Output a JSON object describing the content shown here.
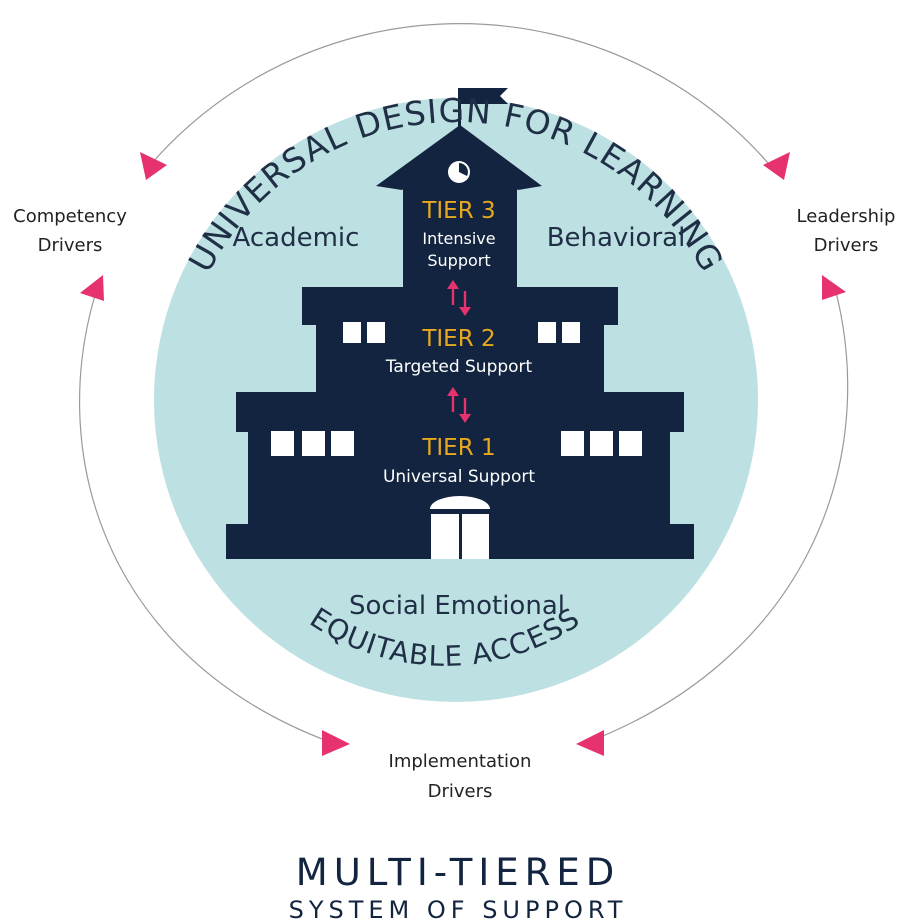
{
  "arc_top": "UNIVERSAL DESIGN FOR LEARNING",
  "arc_bottom": "EQUITABLE ACCESS",
  "drivers": {
    "competency": [
      "Competency",
      "Drivers"
    ],
    "leadership": [
      "Leadership",
      "Drivers"
    ],
    "implementation": [
      "Implementation",
      "Drivers"
    ]
  },
  "domains": {
    "academic": "Academic",
    "behavioral": "Behavioral",
    "social_emotional": "Social Emotional"
  },
  "tiers": {
    "tier3": {
      "title": "TIER 3",
      "line1": "Intensive",
      "line2": "Support"
    },
    "tier2": {
      "title": "TIER 2",
      "line1": "Targeted Support"
    },
    "tier1": {
      "title": "TIER 1",
      "line1": "Universal Support"
    }
  },
  "footer": {
    "title": "MULTI-TIERED",
    "subtitle": "SYSTEM OF SUPPORT"
  },
  "colors": {
    "navy": "#12243f",
    "circle_fill": "#bde0e2",
    "tier_gold": "#e8a820",
    "arrow_pink": "#e6336f",
    "ring_gray": "#9a9a9a",
    "text_dark": "#1f2f46"
  },
  "icons": [
    "clock-icon",
    "flag-icon",
    "up-down-arrows-icon",
    "triangle-arrowhead-icon"
  ]
}
